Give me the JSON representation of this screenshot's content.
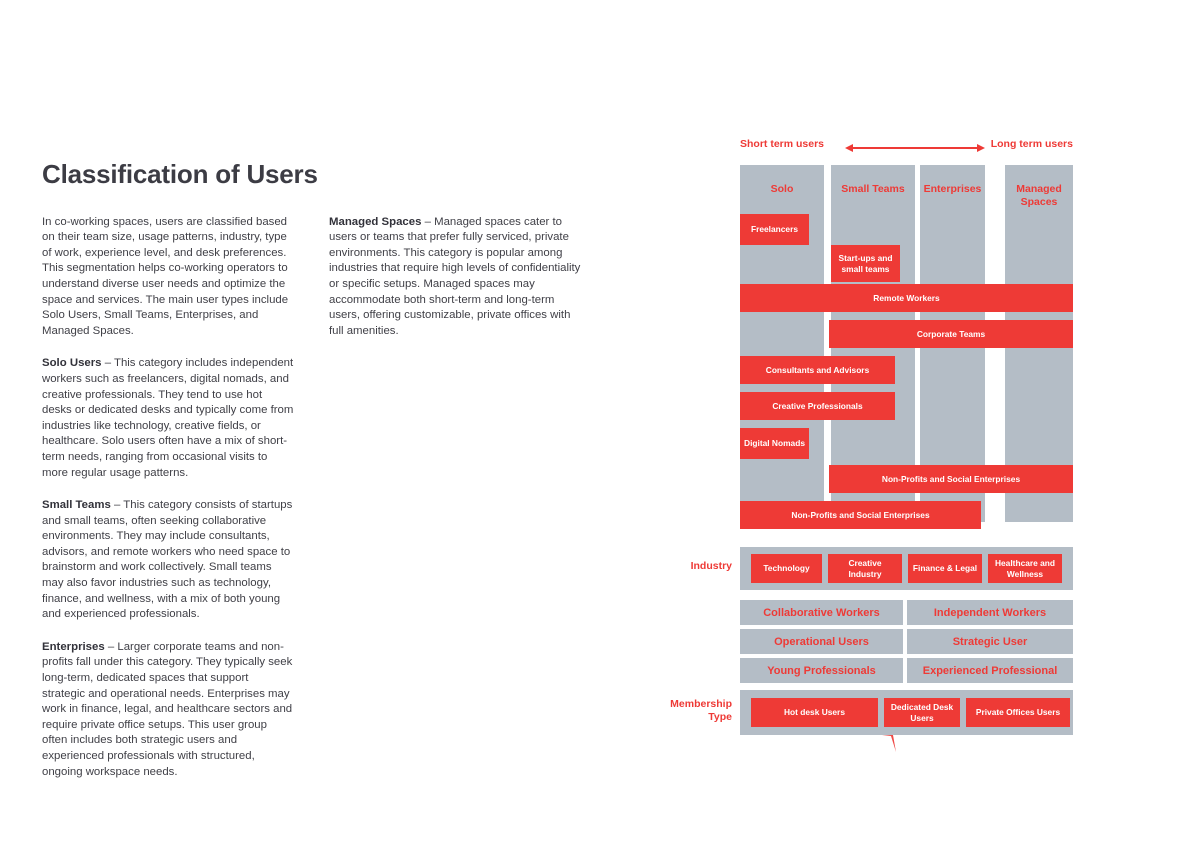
{
  "article": {
    "title": "Classification of Users",
    "column_one": [
      "In co-working spaces, users are classified based on their team size, usage patterns, industry, type of work, experience level, and desk preferences. This segmentation helps co-working operators to understand diverse user needs and optimize the space and services. The main user types include Solo Users, Small Teams, Enterprises, and Managed Spaces.",
      "Solo Users",
      "– This category includes independent workers such as freelancers, digital nomads, and creative professionals. They tend to use hot desks or dedicated desks and typically come from industries like technology, creative fields, or healthcare. Solo users often have a mix of short-term needs, ranging from occasional visits to more regular usage patterns.",
      "Small Teams",
      "– This category consists of startups and small teams, often seeking collaborative environments. They may include consultants, advisors, and remote workers who need space to brainstorm and work collectively. Small teams may also favor industries such as technology, finance, and wellness, with a mix of both young and experienced professionals.",
      "Enterprises",
      "– Larger corporate teams and non-profits fall under this category. They typically seek long-term, dedicated spaces that support strategic and operational needs. Enterprises may work in finance, legal, and healthcare sectors and require private office setups. This user group often includes both strategic users and experienced professionals with structured, ongoing workspace needs."
    ],
    "column_two": {
      "heading": "Managed Spaces",
      "body": "– Managed spaces cater to users or teams that prefer fully serviced, private environments. This category is popular among industries that require high levels of confidentiality or specific setups. Managed spaces may accommodate both short-term and long-term users, offering customizable, private offices with full amenities."
    }
  },
  "diagram": {
    "axis": {
      "left_label": "Short term users",
      "right_label": "Long term users",
      "arrow_icon": "double-headed-arrow-icon"
    },
    "user_types": [
      {
        "label": "Solo"
      },
      {
        "label": "Small Teams"
      },
      {
        "label": "Enterprises"
      },
      {
        "label": "Managed Spaces"
      }
    ],
    "matrix_bars": [
      {
        "label": "Freelancers"
      },
      {
        "label": "Start-ups and small teams"
      },
      {
        "label": "Remote Workers"
      },
      {
        "label": "Corporate Teams"
      },
      {
        "label": "Consultants and Advisors"
      },
      {
        "label": "Creative Professionals"
      },
      {
        "label": "Digital Nomads"
      },
      {
        "label": "Non-Profits and Social Enterprises"
      },
      {
        "label": "Non-Profits and Social Enterprises"
      }
    ],
    "industry": {
      "section_label": "Industry",
      "chips": [
        {
          "label": "Technology"
        },
        {
          "label": "Creative Industry"
        },
        {
          "label": "Finance & Legal"
        },
        {
          "label": "Healthcare and Wellness"
        }
      ]
    },
    "attribute_pairs": [
      {
        "left": "Collaborative Workers",
        "right": "Independent Workers"
      },
      {
        "left": "Operational Users",
        "right": "Strategic User"
      },
      {
        "left": "Young Professionals",
        "right": "Experienced Professional"
      }
    ],
    "membership": {
      "section_label": "Membership Type",
      "chips": [
        {
          "label": "Hot desk Users"
        },
        {
          "label": "Dedicated Desk Users"
        },
        {
          "label": "Private Offices Users"
        }
      ]
    },
    "colors": {
      "red": "#EE3A36",
      "gray": "#B4BDC6",
      "text": "#3F3F46",
      "white": "#FFFFFF"
    }
  }
}
